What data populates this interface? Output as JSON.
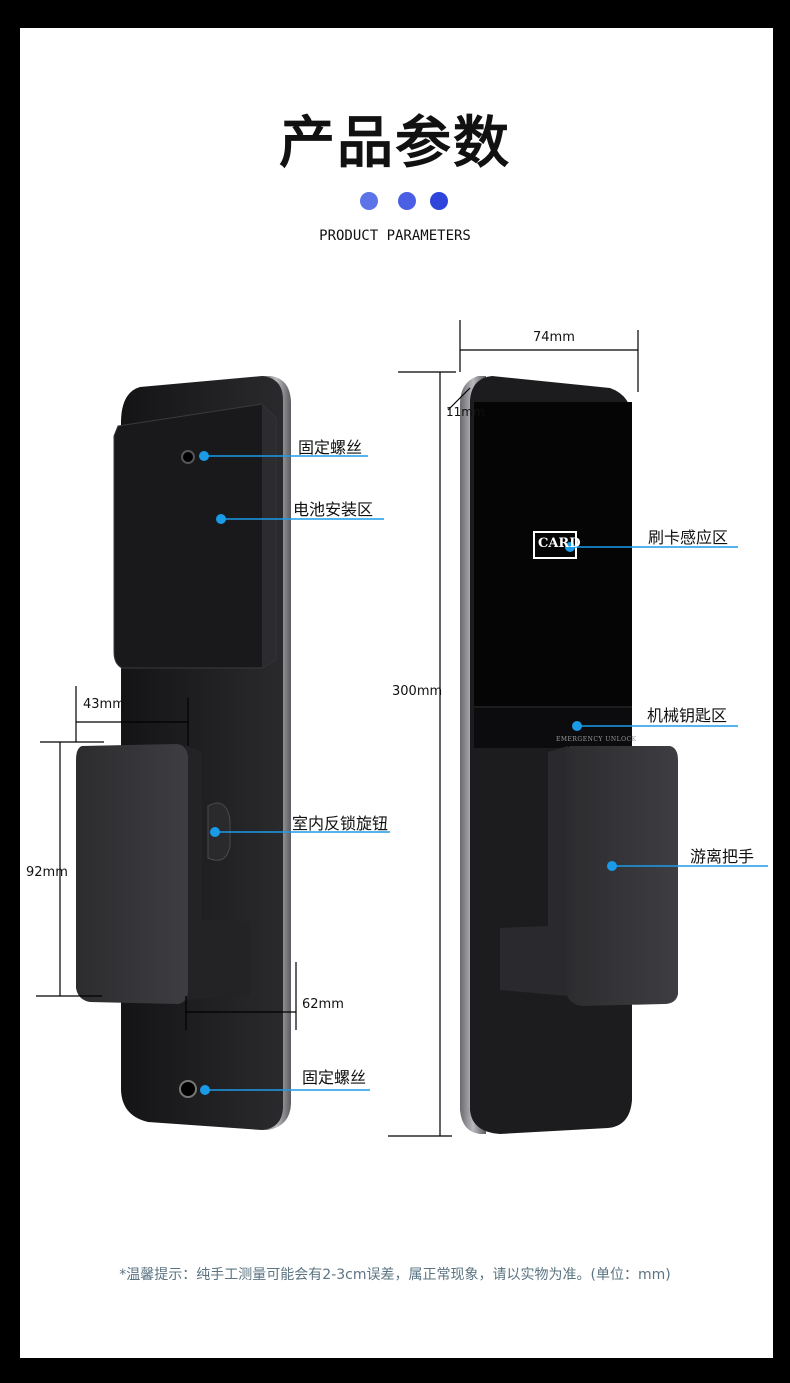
{
  "header": {
    "title": "产品参数",
    "subtitle": "PRODUCT PARAMETERS",
    "dot_colors": [
      "#5d73e8",
      "#4a5fe3",
      "#2f44db"
    ]
  },
  "front_view": {
    "callouts": {
      "screw_top": "固定螺丝",
      "battery": "电池安装区",
      "knob": "室内反锁旋钮",
      "screw_bottom": "固定螺丝"
    },
    "dimensions": {
      "handle_offset": "43mm",
      "handle_height": "92mm",
      "handle_width": "62mm"
    }
  },
  "back_view": {
    "callouts": {
      "card_zone": "刷卡感应区",
      "key_zone": "机械钥匙区",
      "handle": "游离把手"
    },
    "dimensions": {
      "width": "74mm",
      "depth": "11mm",
      "height": "300mm"
    },
    "card_badge": "CARD",
    "emergency_text": "EMERGENCY UNLOCK"
  },
  "footer": {
    "note": "*温馨提示：纯手工测量可能会有2-3cm误差，属正常现象，请以实物为准。(单位：mm)"
  },
  "colors": {
    "callout_blue": "#1a9be8",
    "lock_body": "#1b1b1d",
    "frame": "#000000"
  }
}
